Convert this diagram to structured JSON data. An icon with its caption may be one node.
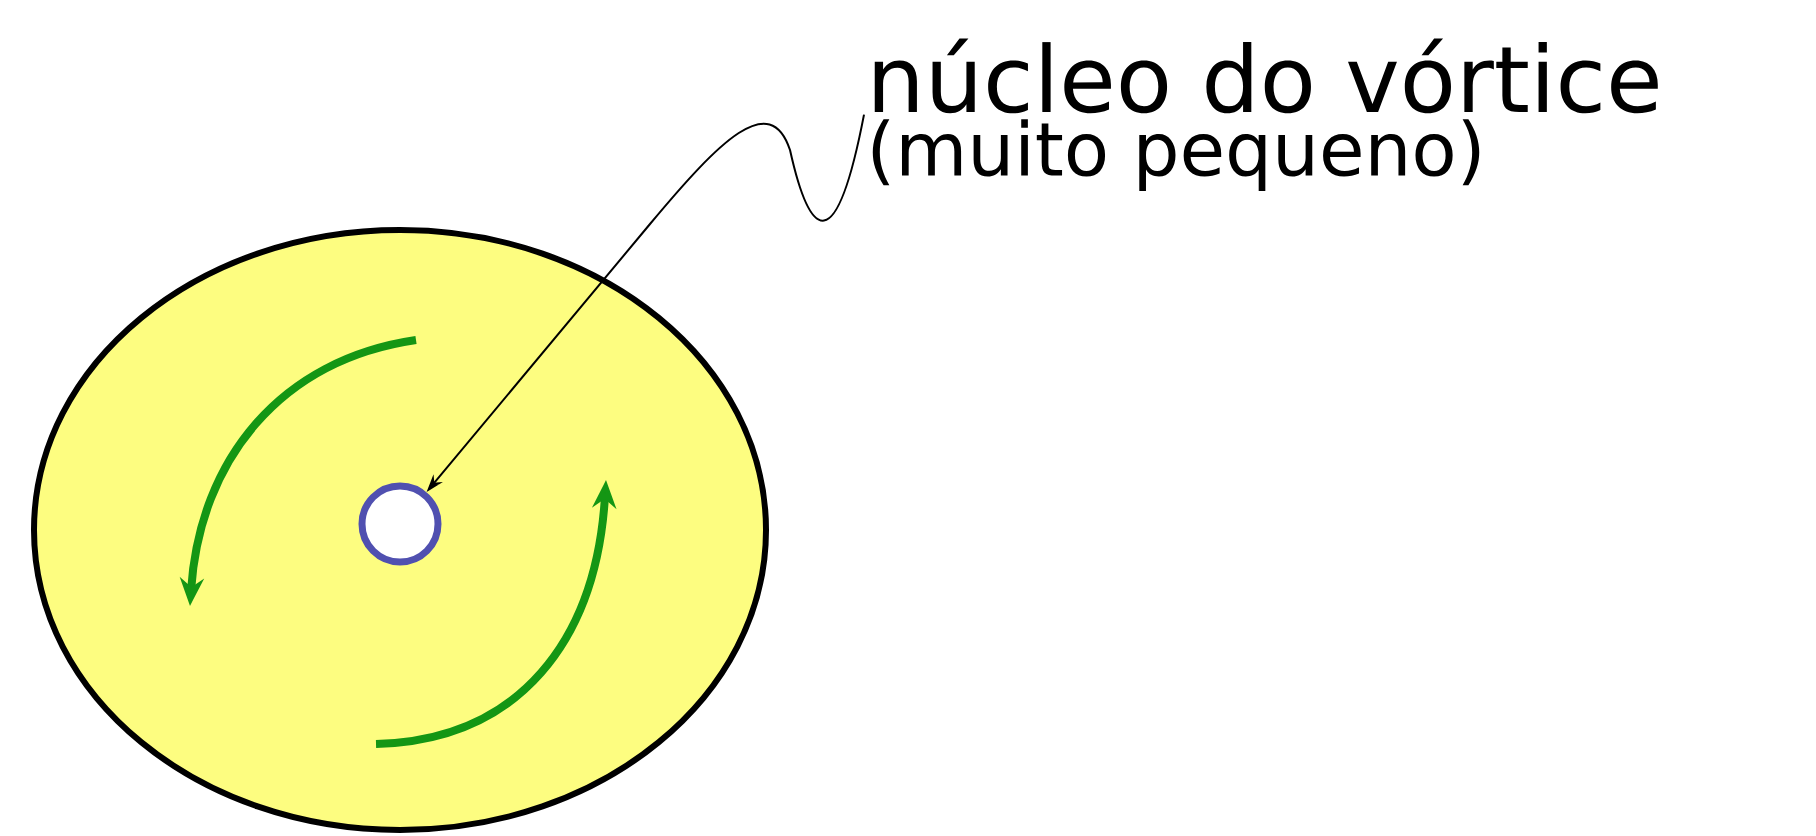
{
  "diagram": {
    "nodes": [
      {
        "text": [],
        "shape": "ellipse"
      },
      {
        "text": [],
        "shape": "circle",
        "in": 0
      },
      {
        "text": [
          "núcleo do vórtice",
          "(muito pequeno)"
        ]
      }
    ],
    "edges": [
      {
        "from": 2,
        "to": 1,
        "arrow": "to"
      }
    ]
  }
}
